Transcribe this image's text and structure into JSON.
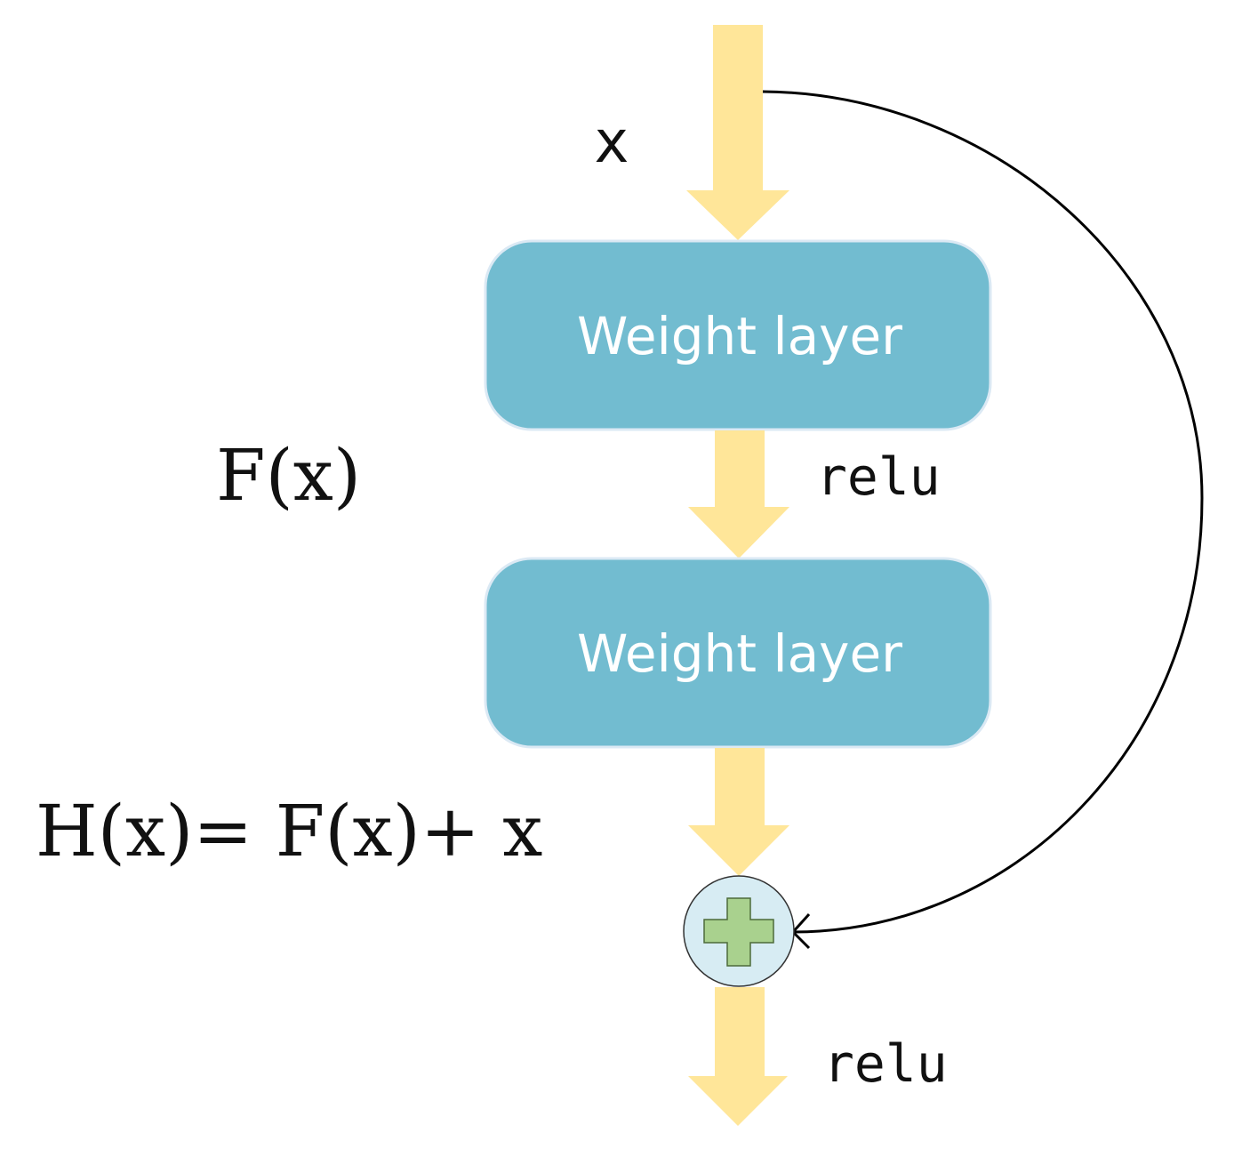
{
  "labels": {
    "input": "x",
    "residual": "F(x)",
    "relu_mid": "relu",
    "formula": "H(x)= F(x)+ x",
    "relu_out": "relu"
  },
  "blocks": [
    {
      "label": "Weight layer"
    },
    {
      "label": "Weight layer"
    }
  ],
  "colors": {
    "arrow": "#ffe699",
    "block_fill": "#72bcd0",
    "block_border": "#dbe9f4",
    "adder_fill": "#d7ecf3",
    "plus_fill": "#a9d18e",
    "line": "#000000"
  },
  "icons": {
    "adder": "plus-icon"
  }
}
